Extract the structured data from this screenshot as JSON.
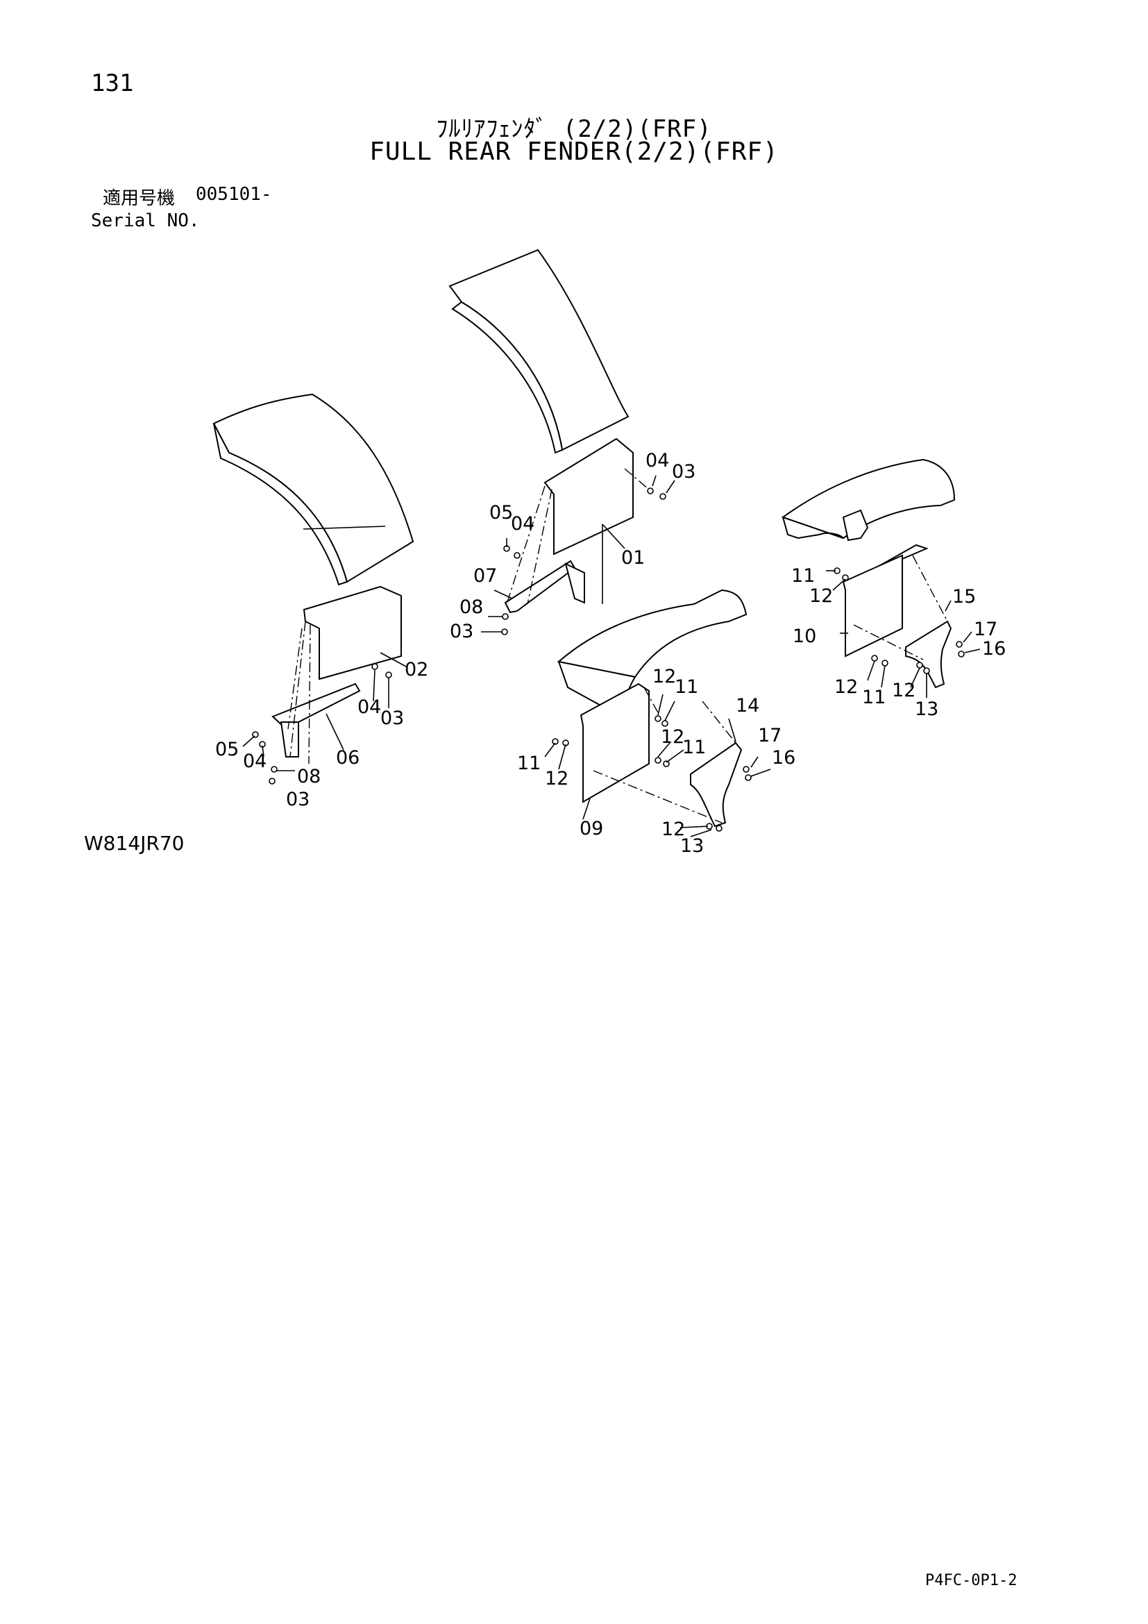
{
  "header": {
    "page_number": "131",
    "title_jp": "ﾌﾙﾘｱﾌｪﾝﾀﾞ (2/2)(FRF)",
    "title_en": "FULL REAR FENDER(2/2)(FRF)",
    "serial_label_jp": "適用号機",
    "serial_value": "005101-",
    "serial_label_en": "Serial NO."
  },
  "diagram": {
    "callouts": {
      "c01": "01",
      "c02": "02",
      "c03a": "03",
      "c03b": "03",
      "c03c": "03",
      "c03d": "03",
      "c04a": "04",
      "c04b": "04",
      "c04c": "04",
      "c04d": "04",
      "c05a": "05",
      "c05b": "05",
      "c06": "06",
      "c07": "07",
      "c08a": "08",
      "c08b": "08",
      "c09": "09",
      "c10": "10",
      "c11a": "11",
      "c11b": "11",
      "c11c": "11",
      "c11d": "11",
      "c11e": "11",
      "c12a": "12",
      "c12b": "12",
      "c12c": "12",
      "c12d": "12",
      "c12e": "12",
      "c12f": "12",
      "c12g": "12",
      "c13a": "13",
      "c13b": "13",
      "c14": "14",
      "c15": "15",
      "c16a": "16",
      "c16b": "16",
      "c17a": "17",
      "c17b": "17"
    }
  },
  "footer": {
    "drawing_code": "W814JR70",
    "doc_code": "P4FC-0P1-2"
  }
}
